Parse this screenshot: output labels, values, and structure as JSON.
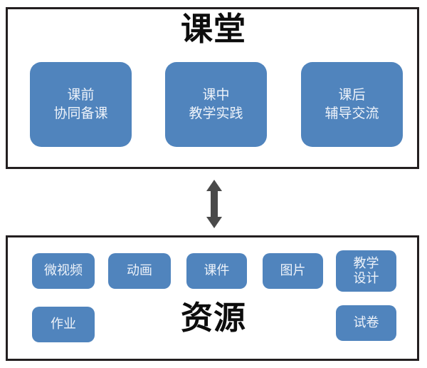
{
  "diagram": {
    "title_classroom": "课堂",
    "title_resource": "资源",
    "accent_blue": "#5084bd",
    "frame_color": "#231f20",
    "arrow_color": "#4a4a4a",
    "classroom": {
      "label": "课堂",
      "stages": [
        {
          "name": "pre-class",
          "line1": "课前",
          "line2": "协同备课"
        },
        {
          "name": "in-class",
          "line1": "课中",
          "line2": "教学实践"
        },
        {
          "name": "post-class",
          "line1": "课后",
          "line2": "辅导交流"
        }
      ]
    },
    "resource": {
      "label": "资源",
      "tags": [
        {
          "name": "micro-video",
          "line1": "微视频",
          "line2": ""
        },
        {
          "name": "animation",
          "line1": "动画",
          "line2": ""
        },
        {
          "name": "courseware",
          "line1": "课件",
          "line2": ""
        },
        {
          "name": "picture",
          "line1": "图片",
          "line2": ""
        },
        {
          "name": "teaching-design",
          "line1": "教学",
          "line2": "设计"
        },
        {
          "name": "homework",
          "line1": "作业",
          "line2": ""
        },
        {
          "name": "exam-paper",
          "line1": "试卷",
          "line2": ""
        }
      ]
    },
    "connector": {
      "name": "bidirectional-arrow",
      "direction": "up-down"
    }
  }
}
